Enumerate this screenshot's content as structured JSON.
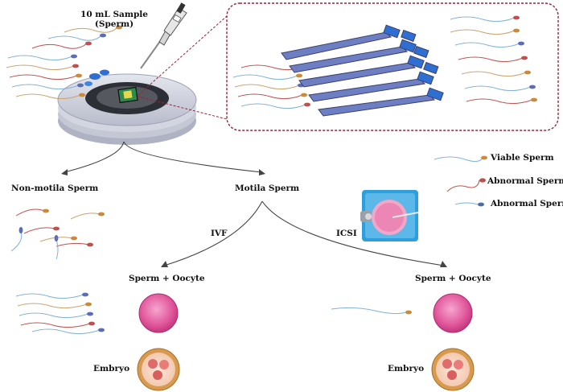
{
  "labels": {
    "sample_line1": "10 mL Sample",
    "sample_line2": "(Sperm)",
    "non_motile": "Non-motila Sperm",
    "motile": "Motila Sperm",
    "ivf": "IVF",
    "icsi": "ICSI",
    "sperm_oocyte_left": "Sperm + Oocyte",
    "sperm_oocyte_right": "Sperm + Oocyte",
    "embryo_left": "Embryo",
    "embryo_right": "Embryo"
  },
  "legend": [
    {
      "label": "Viable Sperm",
      "tail_color": "#c9a26b"
    },
    {
      "label": "Abnormal Sperm",
      "tail_color": "#c0504d"
    },
    {
      "label": "Abnormal Sperm",
      "tail_color": "#4a6fa5"
    }
  ],
  "colors": {
    "dish": "#c9ccd8",
    "chip_channel": "#5a6db5",
    "oocyte": "#e0559a",
    "embryo_shell": "#c98a3a",
    "icsi_bg": "#2e9fdc",
    "dashed_box": "#9b2335"
  }
}
